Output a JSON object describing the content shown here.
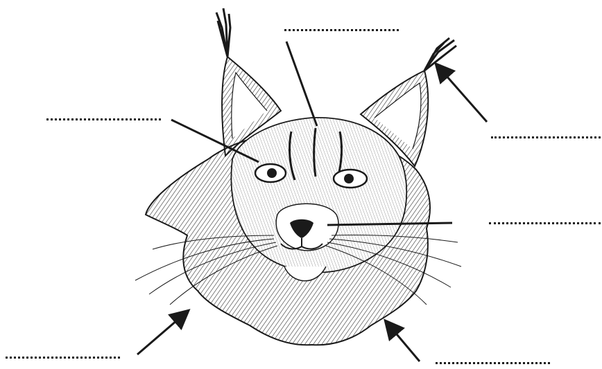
{
  "diagram": {
    "subject": "lynx-head",
    "ink_color": "#1a1a1a",
    "label_blanks": [
      {
        "id": "top-center-label",
        "text": ""
      },
      {
        "id": "left-label",
        "text": ""
      },
      {
        "id": "right-upper-label",
        "text": ""
      },
      {
        "id": "right-middle-label",
        "text": ""
      },
      {
        "id": "bottom-left-label",
        "text": ""
      },
      {
        "id": "bottom-right-label",
        "text": ""
      }
    ]
  }
}
